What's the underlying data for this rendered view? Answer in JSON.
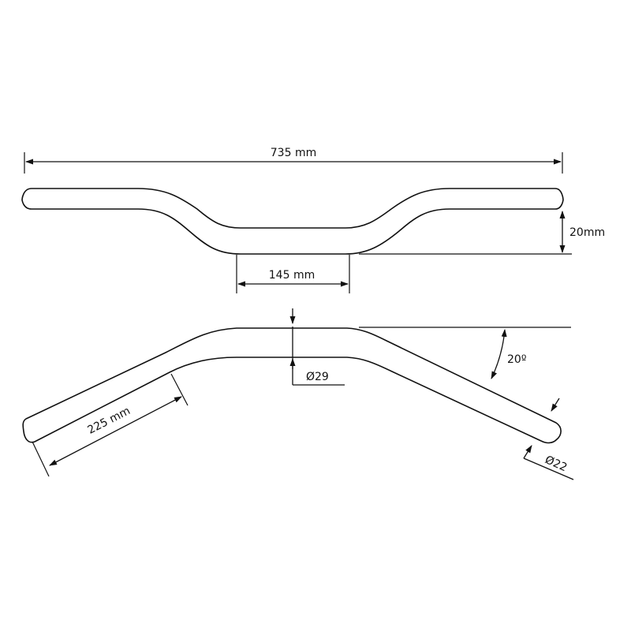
{
  "dimensions": {
    "overall_width": "735 mm",
    "rise": "20mm",
    "center_width": "145 mm",
    "center_diameter": "Ø29",
    "bend_angle": "20º",
    "grip_length": "225 mm",
    "end_diameter": "Ø22"
  }
}
